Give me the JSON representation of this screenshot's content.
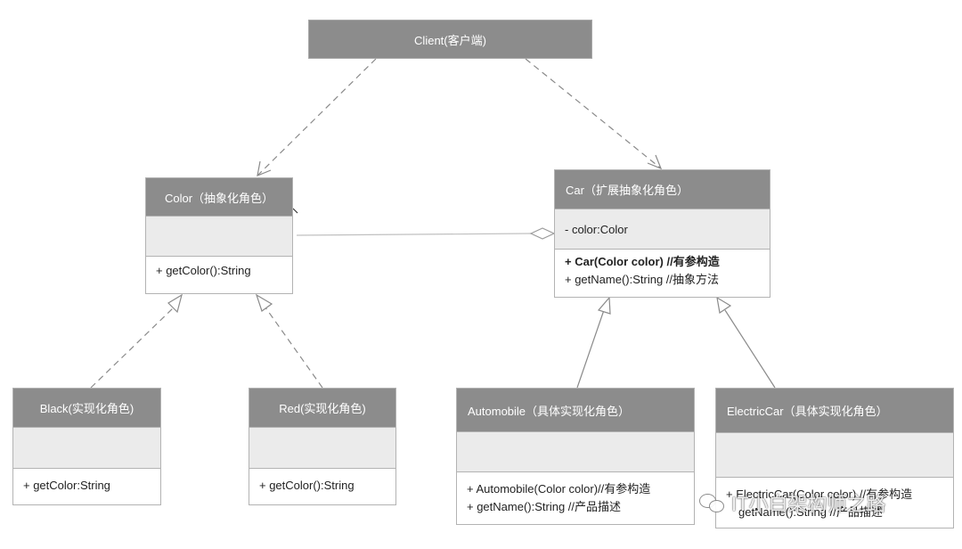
{
  "client": {
    "title": "Client(客户端)"
  },
  "color_class": {
    "title": "Color（抽象化角色）",
    "attributes": "",
    "operations": [
      "+ getColor():String"
    ]
  },
  "car_class": {
    "title": "Car（扩展抽象化角色）",
    "attributes": "- color:Color",
    "operations": [
      "+ Car(Color color) //有参构造",
      "+ getName():String //抽象方法"
    ]
  },
  "black_class": {
    "title": "Black(实现化角色)",
    "attributes": "",
    "operations": [
      "+ getColor:String"
    ]
  },
  "red_class": {
    "title": "Red(实现化角色)",
    "attributes": "",
    "operations": [
      "+ getColor():String"
    ]
  },
  "automobile_class": {
    "title": "Automobile（具体实现化角色）",
    "attributes": "",
    "operations": [
      "+ Automobile(Color color)//有参构造",
      "+ getName():String //产品描述"
    ]
  },
  "electriccar_class": {
    "title": "ElectricCar（具体实现化角色）",
    "attributes": "",
    "operations": [
      "+ ElectricCar(Color color) //有参构造",
      "getName():String //产品描述"
    ]
  },
  "watermark": {
    "text": "IT小白架构师之路",
    "icon": "wechat-icon"
  },
  "colors": {
    "header": "#8c8c8c",
    "attribute_band": "#ebebeb",
    "border": "#b3b3b3",
    "edge": "#8a8a8a"
  }
}
